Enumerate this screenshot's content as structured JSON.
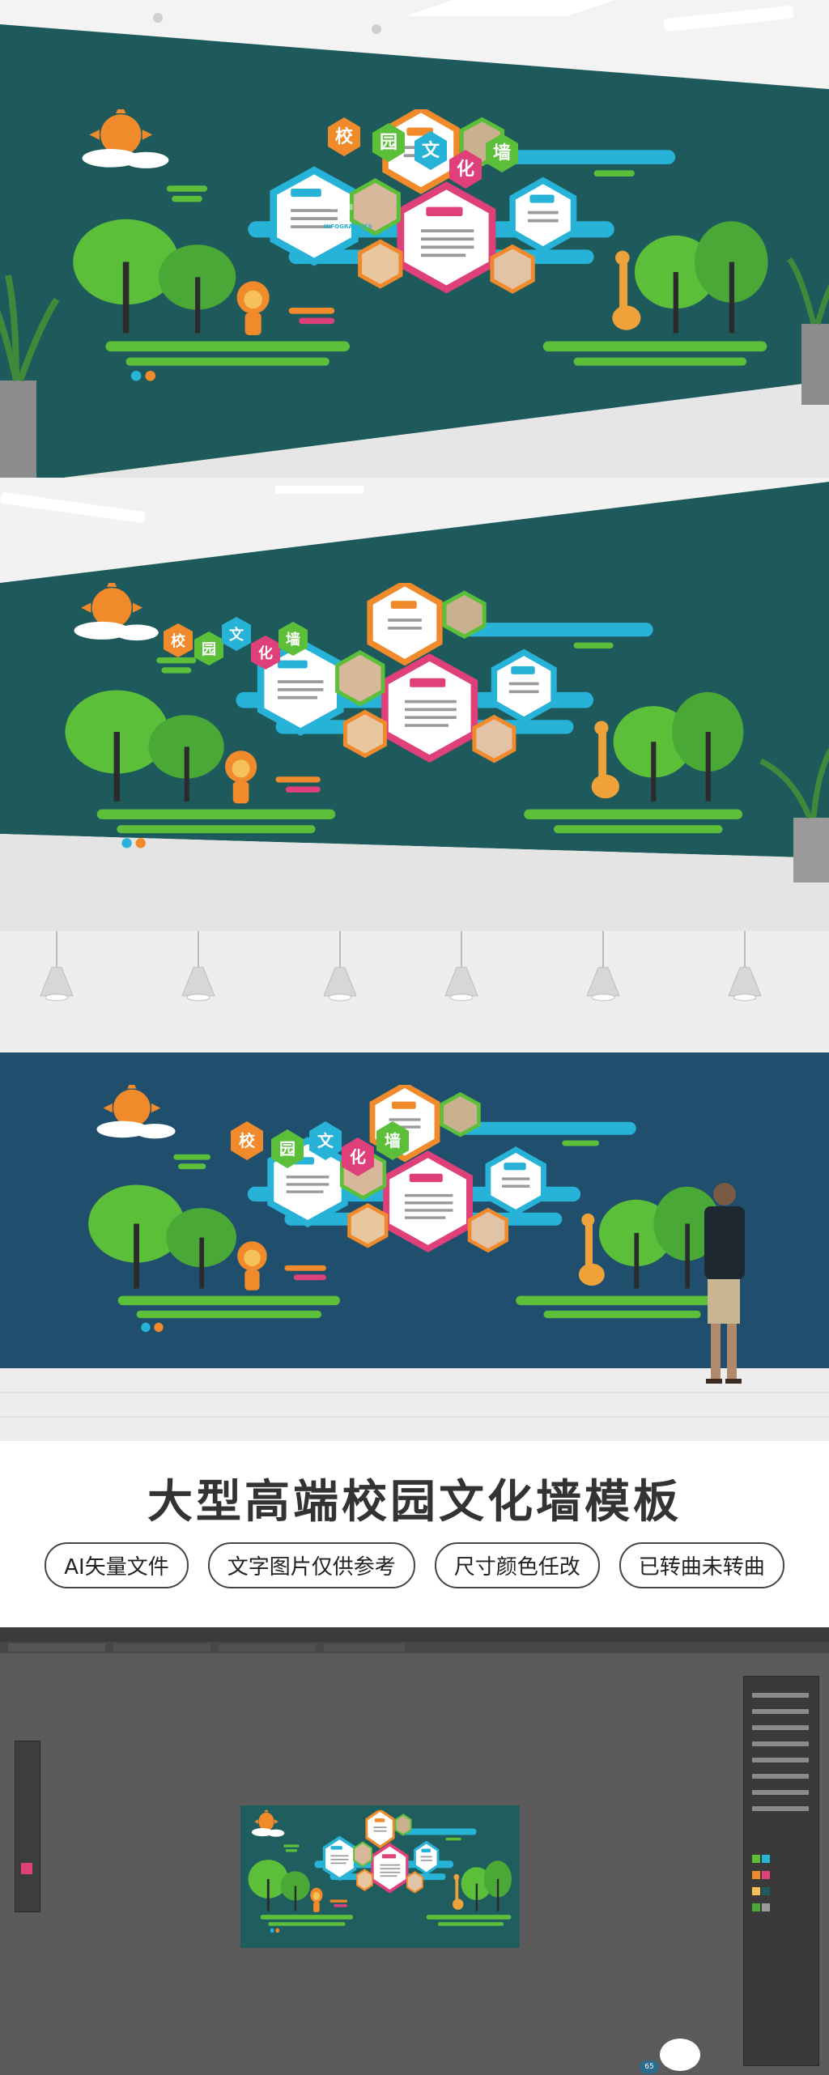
{
  "wall": {
    "title_chars": [
      "校",
      "园",
      "文",
      "化",
      "墙"
    ],
    "tag_text": "输入标题",
    "panel_heading": "INFOGRAPHICS"
  },
  "headline": "大型高端校园文化墙模板",
  "features": [
    "AI矢量文件",
    "文字图片仅供参考",
    "尺寸颜色任改",
    "已转曲未转曲"
  ],
  "editor": {
    "zoom_badge": "65"
  },
  "colors": {
    "wall_dark": "#1e5a5c",
    "wall_blue": "#1f4f6c",
    "orange": "#f08a2b",
    "pink": "#e0407a",
    "cyan": "#27b2d8",
    "green": "#5bbf3a",
    "floor": "#d9d9d9"
  }
}
